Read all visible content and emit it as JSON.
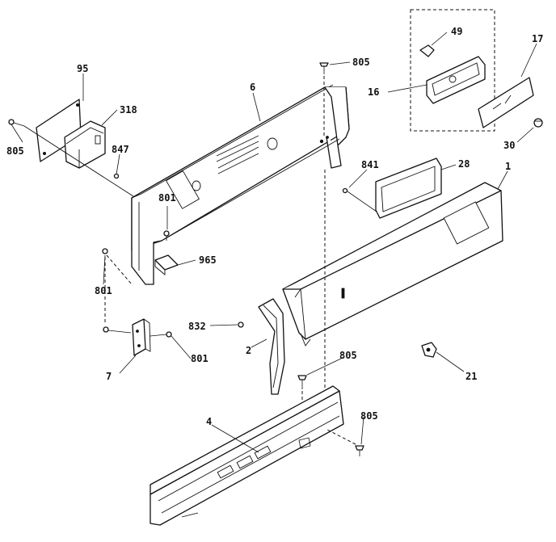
{
  "labels": {
    "l95": "95",
    "l318": "318",
    "l805a": "805",
    "l847": "847",
    "l6": "6",
    "l805b": "805",
    "l49": "49",
    "l16": "16",
    "l17": "17",
    "l30": "30",
    "l841": "841",
    "l28": "28",
    "l1": "1",
    "l801a": "801",
    "l965": "965",
    "l801b": "801",
    "l801c": "801",
    "l7": "7",
    "l832": "832",
    "l2": "2",
    "l805c": "805",
    "l21": "21",
    "l4": "4",
    "l805d": "805"
  }
}
